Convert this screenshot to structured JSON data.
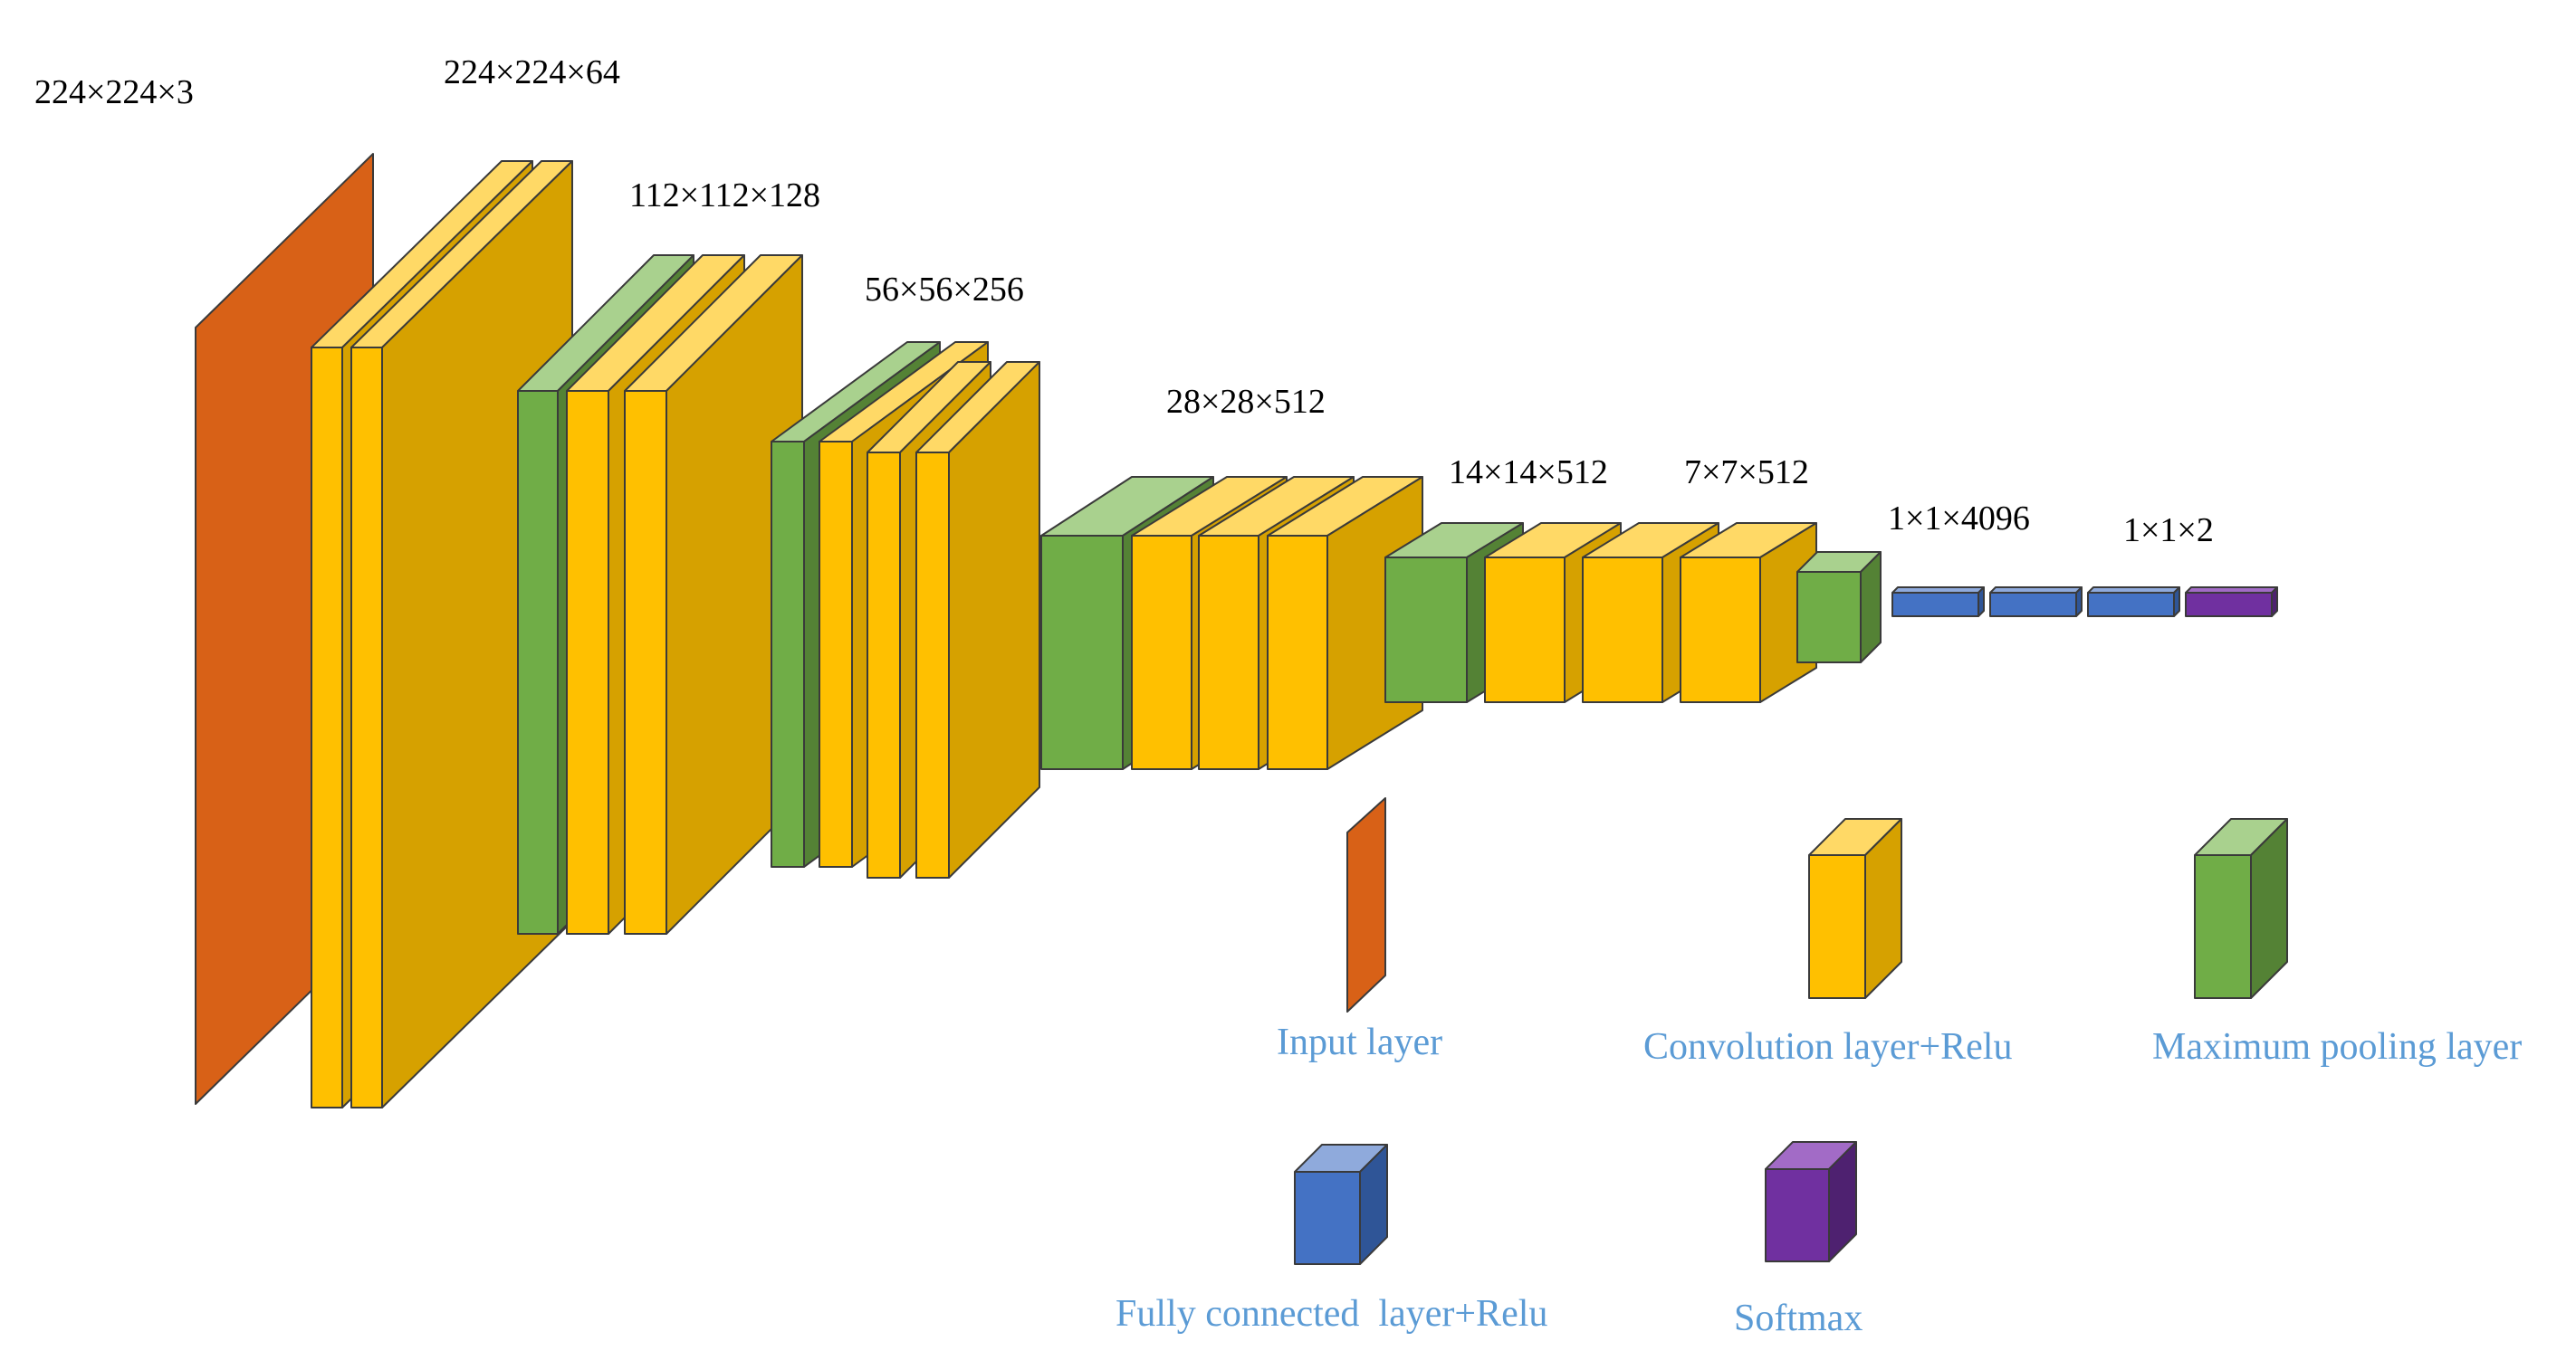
{
  "dimension_labels": {
    "input": "224×224×3",
    "block1": "224×224×64",
    "block2": "112×112×128",
    "block3": "56×56×256",
    "block4": "28×28×512",
    "block5": "14×14×512",
    "pool5": "7×7×512",
    "fc": "1×1×4096",
    "softmax": "1×1×2"
  },
  "legend": {
    "input": "Input layer",
    "conv": "Convolution layer+Relu",
    "pool": "Maximum pooling layer",
    "fc": "Fully connected  layer+Relu",
    "softmax": "Softmax"
  },
  "colors": {
    "input_front": "#D86117",
    "conv_front": "#FFC000",
    "conv_top": "#FFD966",
    "conv_side": "#D6A100",
    "pool_front": "#70AD47",
    "pool_top": "#A9D18E",
    "pool_side": "#548235",
    "fc_front": "#4472C4",
    "fc_top": "#8FAADC",
    "fc_side": "#2F5597",
    "softmax_front": "#7030A0",
    "softmax_top": "#A26BC6",
    "softmax_side": "#4E2170",
    "label_text": "#000000",
    "legend_text": "#5B9BD5"
  }
}
